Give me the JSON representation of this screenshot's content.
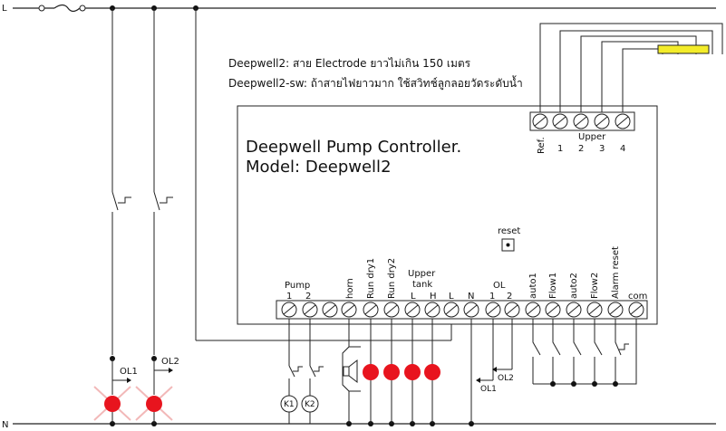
{
  "rails": {
    "line": "L",
    "neutral": "N"
  },
  "notes": {
    "line1": "Deepwell2: สาย Electrode ยาวไม่เกิน 150 เมตร",
    "line2": "Deepwell2-sw: ถ้าสายไฟยาวมาก ใช้สวิทช์ลูกลอยวัดระดับน้ำ"
  },
  "controller": {
    "title": "Deepwell Pump Controller.",
    "model": "Model: Deepwell2",
    "reset_label": "reset"
  },
  "upper_terminals": {
    "group_label": "Upper",
    "ref_label": "Ref.",
    "numbers": [
      "1",
      "2",
      "3",
      "4"
    ]
  },
  "bottom_labels": {
    "pump": "Pump",
    "pump_1": "1",
    "pump_2": "2",
    "horn": "horn",
    "run_dry1": "Run dry1",
    "run_dry2": "Run dry2",
    "upper": "Upper",
    "tank": "tank",
    "tank_l": "L",
    "tank_h": "H",
    "l": "L",
    "n": "N",
    "ol": "OL",
    "ol_1": "1",
    "ol_2": "2",
    "auto1": "auto1",
    "flow1": "Flow1",
    "auto2": "auto2",
    "flow2": "Flow2",
    "alarm_reset": "Alarm reset",
    "com": "com"
  },
  "components": {
    "ol1": "OL1",
    "ol2": "OL2",
    "k1": "K1",
    "k2": "K2"
  },
  "colors": {
    "lamp": "#e8141e",
    "electrode": "#f3ec2a",
    "cross": "#f2b8b8",
    "wire": "#222222"
  }
}
